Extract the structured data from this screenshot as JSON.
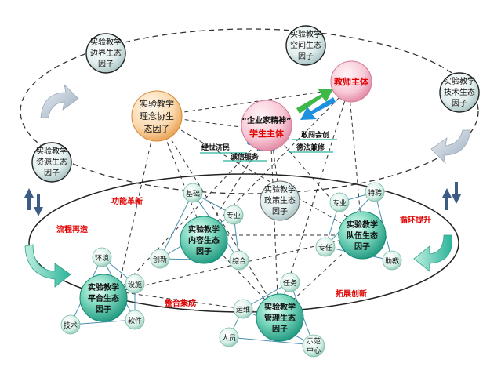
{
  "outer_nodes": {
    "boundary": [
      "实验教学",
      "边界生态",
      "因子"
    ],
    "space": [
      "实验教学",
      "空间生态",
      "因子"
    ],
    "tech": [
      "实验教学",
      "技术生态",
      "因子"
    ],
    "resource": [
      "实验教学",
      "资源生态",
      "因子"
    ]
  },
  "mid_nodes": {
    "concept": [
      "实验教学",
      "理念协生",
      "态因子"
    ],
    "teacher": "教师主体",
    "student_top": "“企业家精神”",
    "student": "学生主体",
    "policy": [
      "实验教学",
      "政策生态",
      "因子"
    ]
  },
  "spirit_labels": {
    "a": "敢闯会创",
    "b": "德法兼修",
    "c": "经世济民",
    "d": "诚信服务"
  },
  "core_nodes": {
    "content": [
      "实验教学",
      "内容生态",
      "因子"
    ],
    "team": [
      "实验教学",
      "队伍生态",
      "因子"
    ],
    "platform": [
      "实验教学",
      "平台生态",
      "因子"
    ],
    "management": [
      "实验教学",
      "管理生态",
      "因子"
    ]
  },
  "small_nodes": {
    "jichu": "基础",
    "zhuanye1": "专业",
    "chuangxin": "创新",
    "zonghe": "综合",
    "zhuanye2": "专业",
    "tepin": "特聘",
    "zhuanren": "专任",
    "zhujiao": "助教",
    "huanjing": "环境",
    "sheshi": "设施",
    "jishu": "技术",
    "ruanjian": "软件",
    "renwu": "任务",
    "yunwei": "运维",
    "renyuan": "人员",
    "shifan": [
      "示范",
      "中心"
    ]
  },
  "annotations": {
    "gongneng": "功能革新",
    "liucheng": "流程再造",
    "xunhuan": "循环提升",
    "zhenghe": "整合集成",
    "tuozhan": "拓展创新"
  },
  "colors": {
    "red_text": "#e00000",
    "teal": "#2bb59a",
    "orange": "#f2b46c",
    "pink": "#f4a9bf",
    "grey_node": "#d6e6e6",
    "navy_arrow": "#3d5c83",
    "green_arrow": "#3fb84a",
    "blue_arrow": "#1e90e0"
  }
}
